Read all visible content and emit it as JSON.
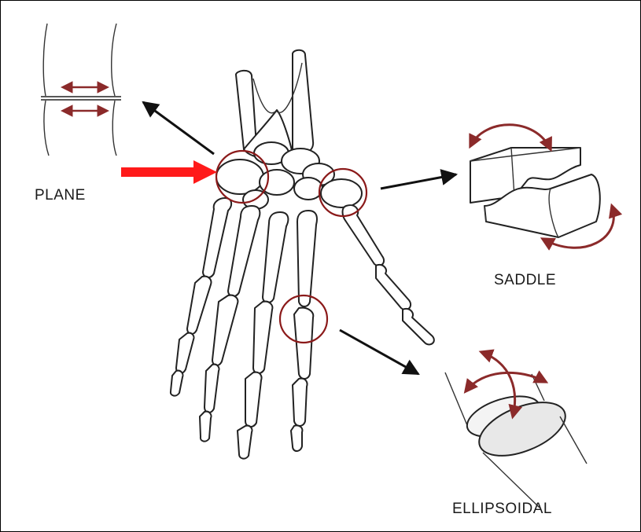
{
  "labels": {
    "plane": "PLANE",
    "saddle": "SADDLE",
    "ellipsoidal": "ELLIPSOIDAL"
  },
  "colors": {
    "highlight_circle": "#8b1a1a",
    "motion_arrow": "#8b2a2a",
    "pointer_arrow": "#ff1a1a",
    "line_art": "#222222"
  }
}
